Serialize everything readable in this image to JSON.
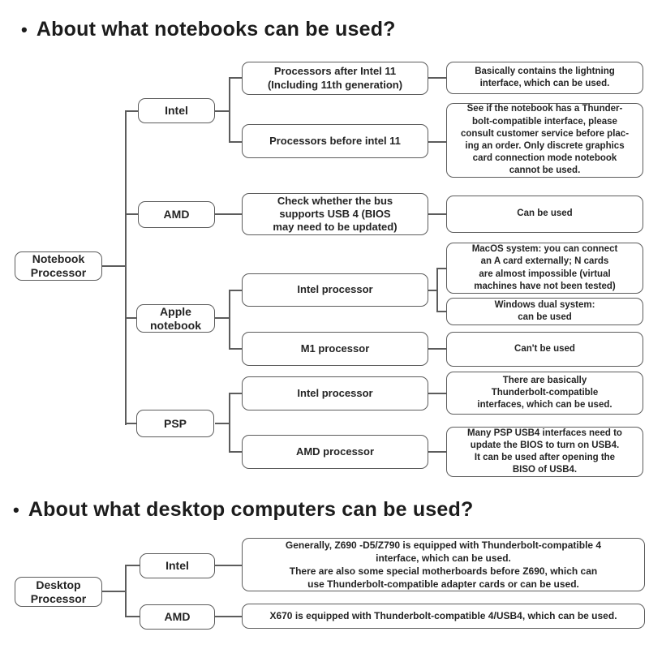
{
  "colors": {
    "background": "#ffffff",
    "box_border": "#5c5c5c",
    "connector_line": "#5c5c5c",
    "text": "#242424"
  },
  "notebook_section": {
    "bullet": "•",
    "title": "About what notebooks can be used?",
    "root": "Notebook\nProcessor",
    "intel": {
      "label": "Intel",
      "after": {
        "label": "Processors after Intel 11\n(Including 11th generation)",
        "result": "Basically contains the lightning\ninterface, which can be used."
      },
      "before": {
        "label": "Processors before intel 11",
        "result": "See if the notebook has a Thunder-\nbolt-compatible interface, please\nconsult customer service before plac-\ning an order. Only discrete graphics\ncard connection mode notebook\ncannot be used."
      }
    },
    "amd": {
      "label": "AMD",
      "check": "Check whether the bus\nsupports USB 4 (BIOS\nmay need to be updated)",
      "result": "Can be used"
    },
    "apple": {
      "label": "Apple\nnotebook",
      "intel_processor": {
        "label": "Intel processor",
        "result_macos": "MacOS system: you can connect\nan A card externally; N cards\nare almost impossible (virtual\nmachines have not been tested)",
        "result_windows": "Windows dual system:\ncan be used"
      },
      "m1_processor": {
        "label": "M1 processor",
        "result": "Can't be used"
      }
    },
    "psp": {
      "label": "PSP",
      "intel_processor": {
        "label": "Intel processor",
        "result": "There are basically\nThunderbolt-compatible\ninterfaces, which can be used."
      },
      "amd_processor": {
        "label": "AMD processor",
        "result": "Many PSP USB4 interfaces need to\nupdate the BIOS to turn on USB4.\nIt can be used after opening the\nBISO of USB4."
      }
    }
  },
  "desktop_section": {
    "bullet": "•",
    "title": "About what desktop computers can be used?",
    "root": "Desktop\nProcessor",
    "intel": {
      "label": "Intel",
      "result": "Generally, Z690 -D5/Z790 is equipped with Thunderbolt-compatible 4\ninterface, which can be used.\nThere are also some special motherboards before Z690, which can\nuse Thunderbolt-compatible adapter cards or can be used."
    },
    "amd": {
      "label": "AMD",
      "result": "X670 is equipped with Thunderbolt-compatible 4/USB4, which can be used."
    }
  }
}
